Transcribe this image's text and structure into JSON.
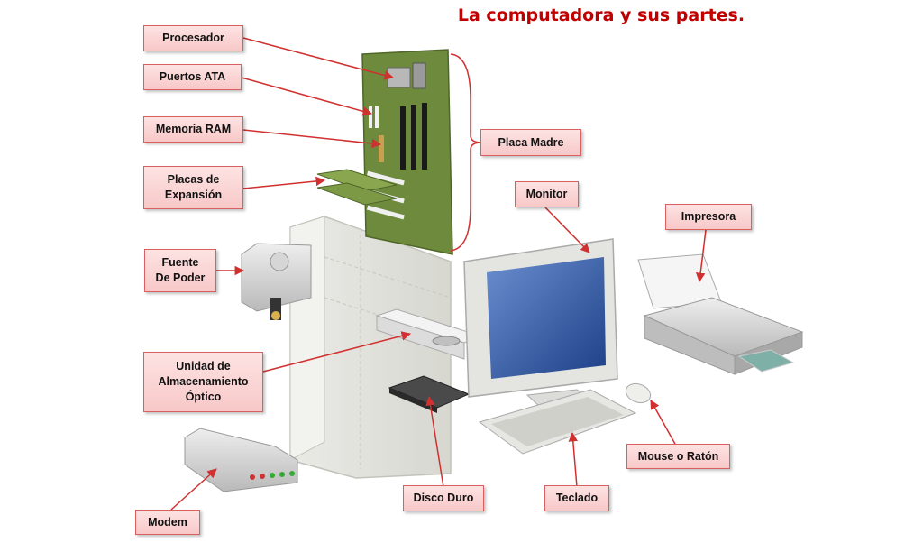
{
  "title": "La computadora y sus partes.",
  "labels": {
    "procesador": "Procesador",
    "puertos_ata": "Puertos ATA",
    "memoria_ram": "Memoria RAM",
    "placas_expansion": "Placas de\nExpansión",
    "fuente_poder": "Fuente\nDe Poder",
    "unidad_optico": "Unidad de\nAlmacenamiento\nÓptico",
    "modem": "Modem",
    "disco_duro": "Disco Duro",
    "teclado": "Teclado",
    "mouse": "Mouse o Ratón",
    "impresora": "Impresora",
    "monitor": "Monitor",
    "placa_madre": "Placa Madre"
  },
  "colors": {
    "label_border": "#d96060",
    "label_fill": "#f8c8c8",
    "arrow": "#d03030",
    "title": "#c00000",
    "motherboard": "#6e8b3d"
  }
}
